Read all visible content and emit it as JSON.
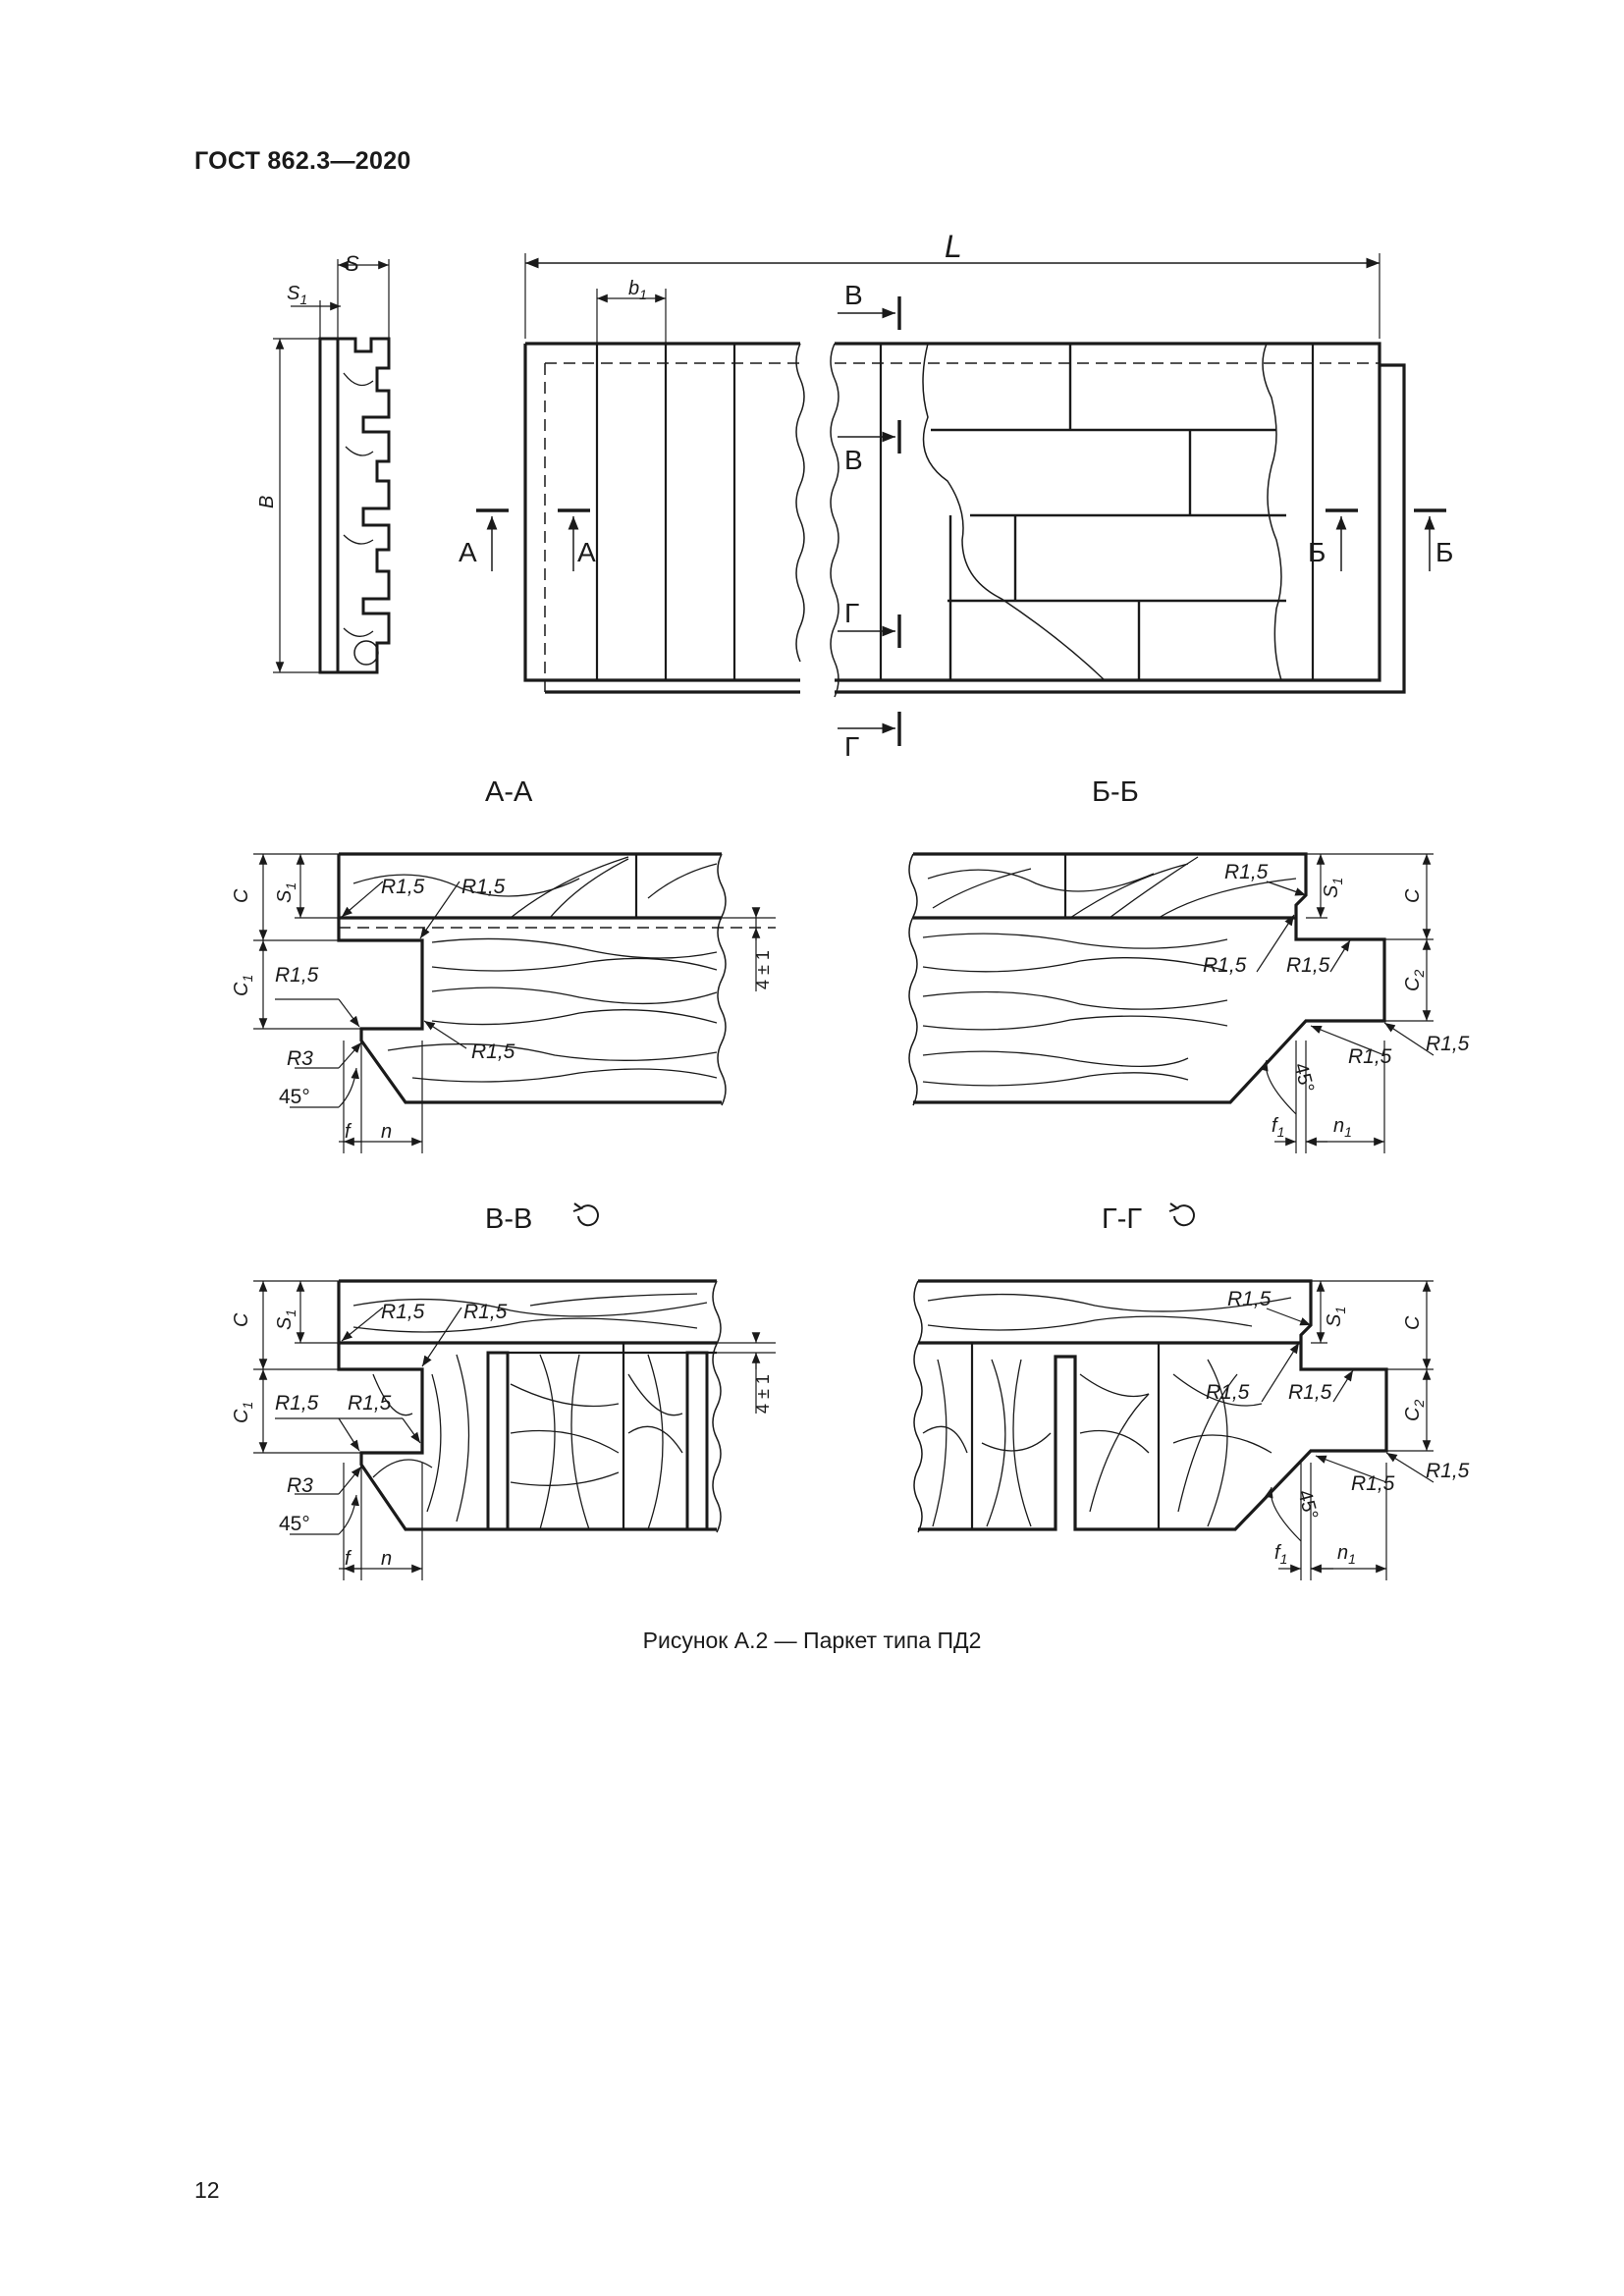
{
  "header": {
    "doc_code": "ГОСТ 862.3—2020"
  },
  "page": {
    "number": "12"
  },
  "figure": {
    "caption": "Рисунок А.2 — Паркет типа ПД2",
    "dims": {
      "S": "S",
      "S1": "S",
      "S1_sub": "1",
      "B": "B",
      "L": "L",
      "b1": "b",
      "b1_sub": "1",
      "C": "C",
      "C1": "C",
      "C1_sub": "1",
      "C2": "C",
      "C2_sub": "2",
      "f": "f",
      "n": "n",
      "f1": "f",
      "f1_sub": "1",
      "n1": "n",
      "n1_sub": "1",
      "tol": "4 ± 1"
    },
    "radii": {
      "r15": "R1,5",
      "r3": "R3"
    },
    "angle": {
      "a45": "45°"
    },
    "markers": {
      "A": "А",
      "B": "Б",
      "V": "В",
      "G": "Г"
    },
    "sections": {
      "aa": "А-А",
      "bb": "Б-Б",
      "vv": "В-В",
      "gg": "Г-Г"
    },
    "icons": {
      "rotate": "rotate-icon"
    }
  }
}
